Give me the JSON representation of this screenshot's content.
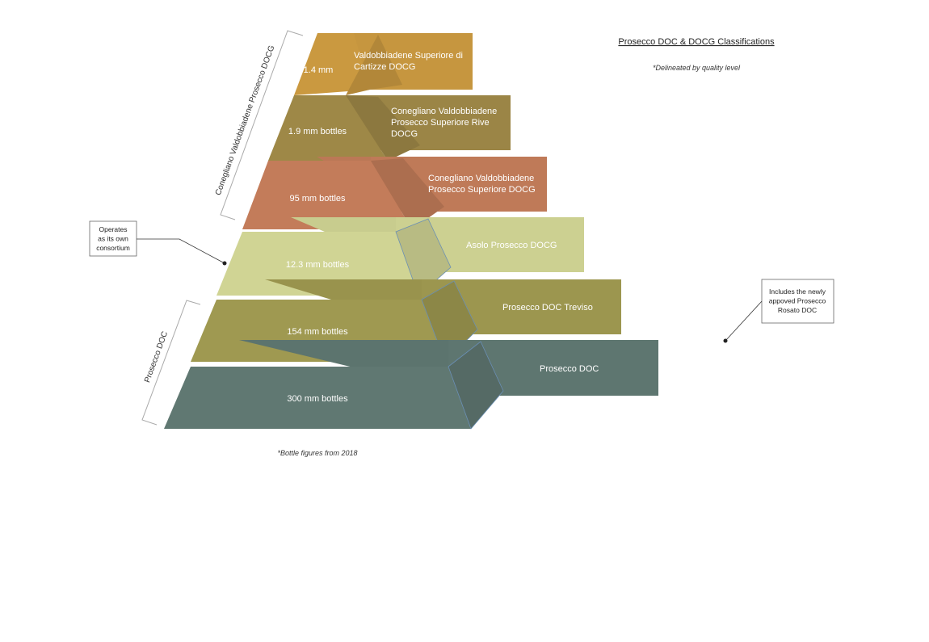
{
  "title": "Prosecco DOC & DOCG Classifications",
  "subtitle": "*Delineated by quality level",
  "footnote": "*Bottle figures from 2018",
  "tiers": [
    {
      "bottles": "1.4 mm",
      "name_lines": [
        "Valdobbiadene Superiore di",
        "Cartizze DOCG"
      ],
      "color": "#c6963f"
    },
    {
      "bottles": "1.9 mm bottles",
      "name_lines": [
        "Conegliano Valdobbiadene",
        "Prosecco Superiore Rive",
        "DOCG"
      ],
      "color": "#9b8546"
    },
    {
      "bottles": "95 mm bottles",
      "name_lines": [
        "Conegliano Valdobbiadene",
        "Prosecco Superiore DOCG"
      ],
      "color": "#bf7a58"
    },
    {
      "bottles": "12.3 mm bottles",
      "name_lines": [
        "Asolo Prosecco DOCG"
      ],
      "color": "#ccd091"
    },
    {
      "bottles": "154 mm bottles",
      "name_lines": [
        "Prosecco DOC Treviso"
      ],
      "color": "#9c964f"
    },
    {
      "bottles": "300 mm bottles",
      "name_lines": [
        "Prosecco DOC"
      ],
      "color": "#5e7670"
    }
  ],
  "brackets": {
    "docg": "Conegliano Valdobbiadene Prosecco DOCG",
    "doc": "Prosecco DOC"
  },
  "callouts": {
    "consortium": [
      "Operates",
      "as its own",
      "consortium"
    ],
    "rosato": [
      "Includes the newly",
      "appoved Prosecco",
      "Rosato DOC"
    ]
  }
}
